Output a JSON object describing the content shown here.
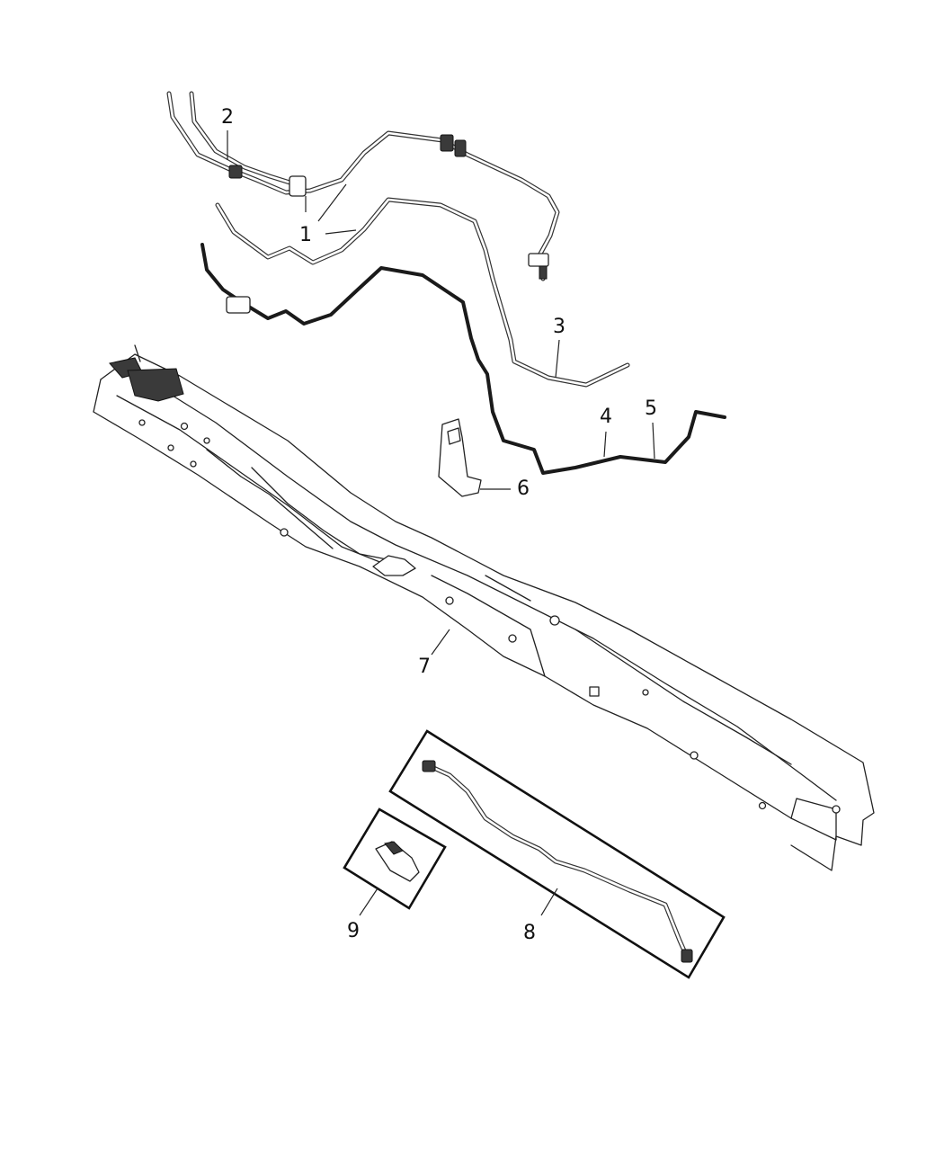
{
  "callouts": [
    {
      "id": "c1a",
      "label": "1"
    },
    {
      "id": "c2",
      "label": "2"
    },
    {
      "id": "c3",
      "label": "3"
    },
    {
      "id": "c4",
      "label": "4"
    },
    {
      "id": "c5",
      "label": "5"
    },
    {
      "id": "c6",
      "label": "6"
    },
    {
      "id": "c7",
      "label": "7"
    },
    {
      "id": "c8",
      "label": "8"
    },
    {
      "id": "c9",
      "label": "9"
    }
  ]
}
